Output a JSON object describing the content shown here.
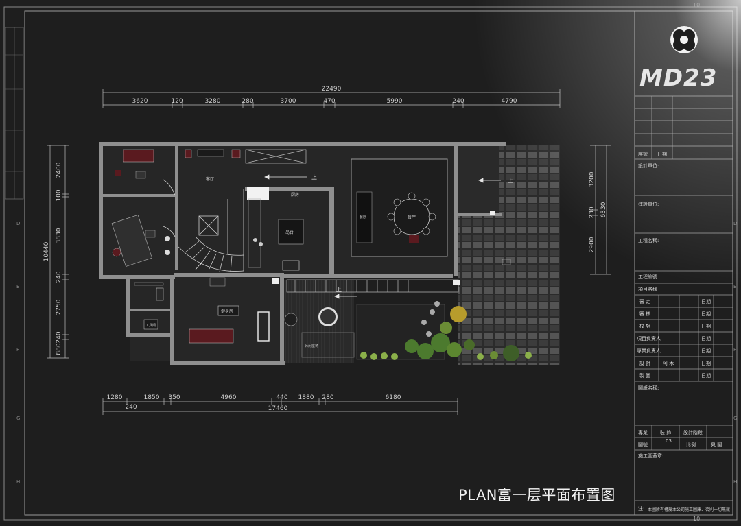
{
  "sheet": {
    "drawing_title": "PLAN富一层平面布置图",
    "brand": "MD23",
    "border_number": "10",
    "frame_letters": [
      "D",
      "E",
      "F",
      "G",
      "H"
    ]
  },
  "dimensions": {
    "top_total": "22490",
    "top_segments": [
      "3620",
      "120",
      "3280",
      "280",
      "3700",
      "470",
      "5990",
      "240",
      "4790"
    ],
    "bottom_total": "17460",
    "bottom_segments": [
      "1280",
      "1850",
      "350",
      "4960",
      "440",
      "1880",
      "280",
      "6180"
    ],
    "bottom_extra": "240",
    "left_total": "10440",
    "left_segments": [
      "2400",
      "100",
      "3830",
      "240",
      "2750",
      "240",
      "880"
    ],
    "right_total": "6330",
    "right_segments": [
      "3200",
      "230",
      "2900"
    ]
  },
  "rooms": {
    "living": "客厅",
    "kitchen": "厨房",
    "dining": "餐厅",
    "island": "岛台",
    "gym": "健身房",
    "storage": "工具间",
    "garden_bench": "休闲座椅",
    "up_1": "上",
    "up_2": "上",
    "up_3": "上"
  },
  "title_block": {
    "seq": "序號",
    "date": "日期",
    "design_unit": "設計單位:",
    "build_unit": "建設單位:",
    "project_name": "工程名稱:",
    "project_no": "工程編號",
    "item_name": "項目名稱",
    "approve": "審 定",
    "review": "審 核",
    "check": "校 對",
    "project_lead": "項目負責人",
    "specialty_lead": "專業負責人",
    "design": "設 計",
    "designer": "阿 木",
    "draw": "製 圖",
    "date_label": "日期",
    "drawing_name": "圖紙名稱:",
    "specialty": "專業",
    "specialty_value": "裝 飾",
    "design_stage": "設計階段",
    "drawing_no": "圖號",
    "drawing_no_value": "03",
    "scale": "比例",
    "scale_value": "見 圖",
    "construction_seal": "施工圖蓋章:",
    "note_label": "注:",
    "note_text": "本圖所有權屬本公司施工圖庫、否則一切無效"
  }
}
